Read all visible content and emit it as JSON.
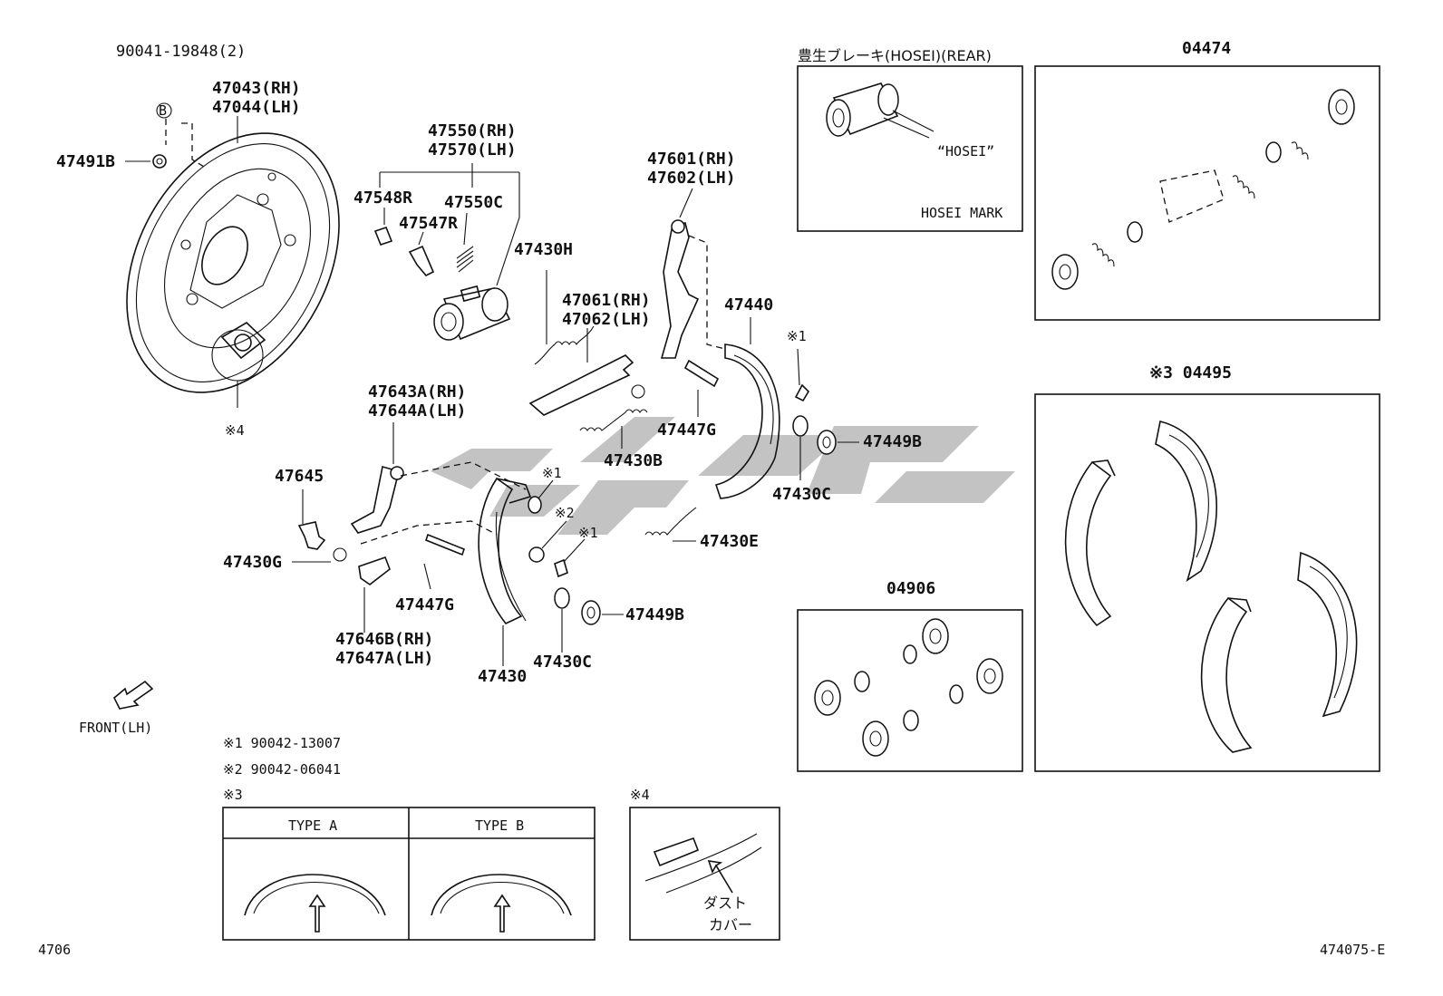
{
  "labels": {
    "bolt_90041": "90041-19848(2)",
    "marker_b": "B",
    "plate_rh": "47043(RH)",
    "plate_lh": "47044(LH)",
    "plug_47491b": "47491B",
    "cyl_rh": "47550(RH)",
    "cyl_lh": "47570(LH)",
    "p47548r": "47548R",
    "p47547r": "47547R",
    "p47550c": "47550C",
    "p47430h": "47430H",
    "strut_rh": "47061(RH)",
    "strut_lh": "47062(LH)",
    "lever_rh": "47601(RH)",
    "lever_lh": "47602(LH)",
    "p47440": "47440",
    "note1_top": "※1",
    "p47447g_top": "47447G",
    "p47430b": "47430B",
    "p47449b_top": "47449B",
    "p47430c_top": "47430C",
    "p47430e": "47430E",
    "adj_rh": "47643A(RH)",
    "adj_lh": "47644A(LH)",
    "p47645": "47645",
    "p47430g": "47430G",
    "p47447g_bot": "47447G",
    "adj2_rh": "47646B(RH)",
    "adj2_lh": "47647A(LH)",
    "p47430": "47430",
    "p47430c_bot": "47430C",
    "p47449b_bot": "47449B",
    "note1_a": "※1",
    "note2": "※2",
    "note1_b": "※1",
    "note4_circle": "※4",
    "front": "FRONT(LH)"
  },
  "notes": {
    "n1": "※1  90042-13007",
    "n2": "※2  90042-06041",
    "n3": "※3",
    "n4": "※4"
  },
  "type_table": {
    "type_a": "TYPE A",
    "type_b": "TYPE B"
  },
  "dust_cover": {
    "line1": "ダスト",
    "line2": "カバー"
  },
  "hosei_box": {
    "title": "豊生ブレーキ(HOSEI)(REAR)",
    "quote": "“HOSEI”",
    "mark": "HOSEI MARK"
  },
  "kits": {
    "k04474": "04474",
    "k04495": "※3 04495",
    "k04906": "04906"
  },
  "footer": {
    "left": "4706",
    "right": "474075-E"
  }
}
